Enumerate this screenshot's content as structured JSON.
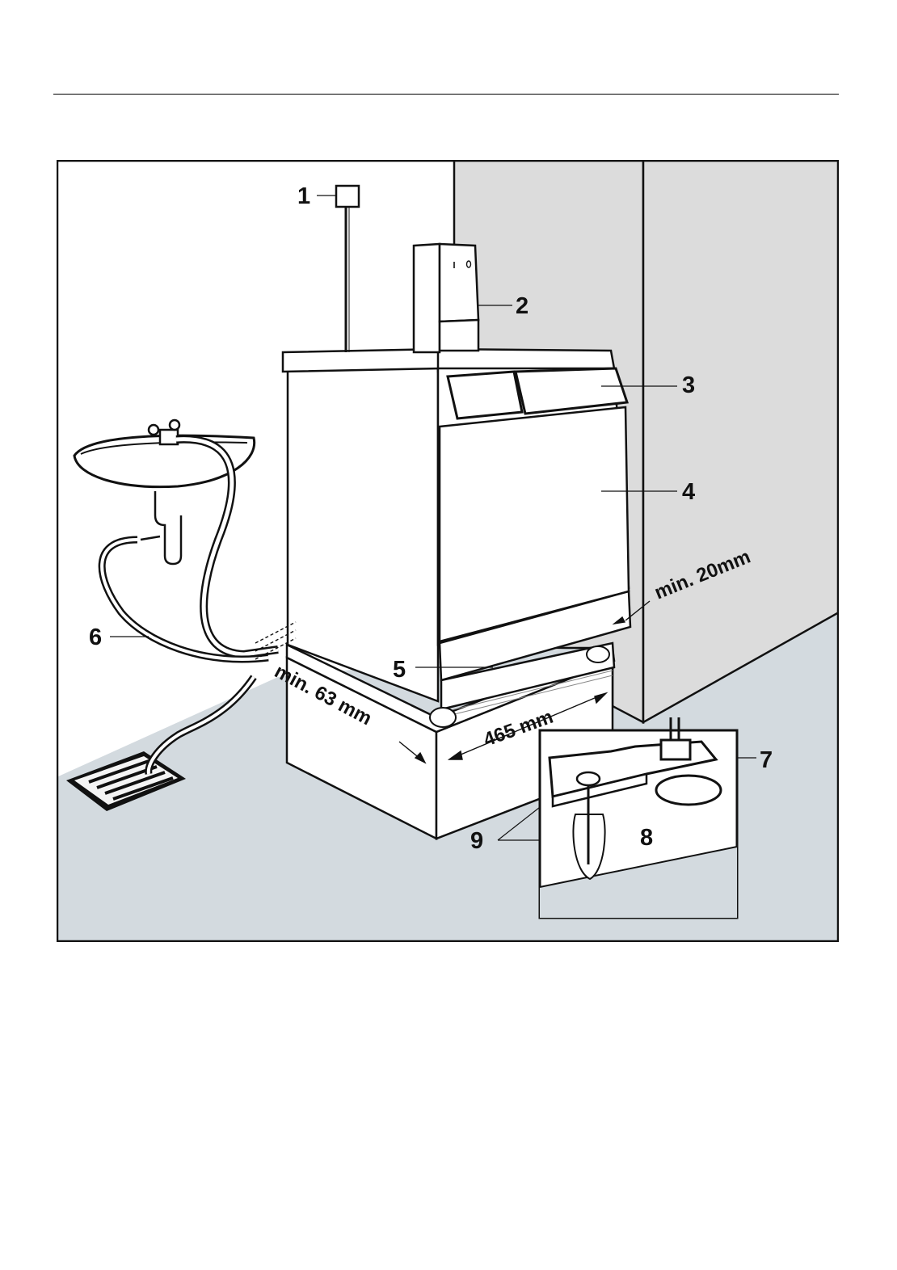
{
  "figure": {
    "callouts": [
      {
        "id": "1",
        "text": "1"
      },
      {
        "id": "2",
        "text": "2"
      },
      {
        "id": "3",
        "text": "3"
      },
      {
        "id": "4",
        "text": "4"
      },
      {
        "id": "5",
        "text": "5"
      },
      {
        "id": "6",
        "text": "6"
      },
      {
        "id": "7",
        "text": "7"
      },
      {
        "id": "8",
        "text": "8"
      },
      {
        "id": "9",
        "text": "9"
      }
    ],
    "dimensions": {
      "side_clearance": "min. 20mm",
      "plinth_depth": "min. 63 mm",
      "plinth_width": "465 mm"
    },
    "switch_marks": {
      "on": "I",
      "off": "0"
    },
    "colors": {
      "wall": "#dcdcdc",
      "floor": "#d3dadf",
      "outline": "#111111",
      "appliance": "#ffffff"
    }
  }
}
